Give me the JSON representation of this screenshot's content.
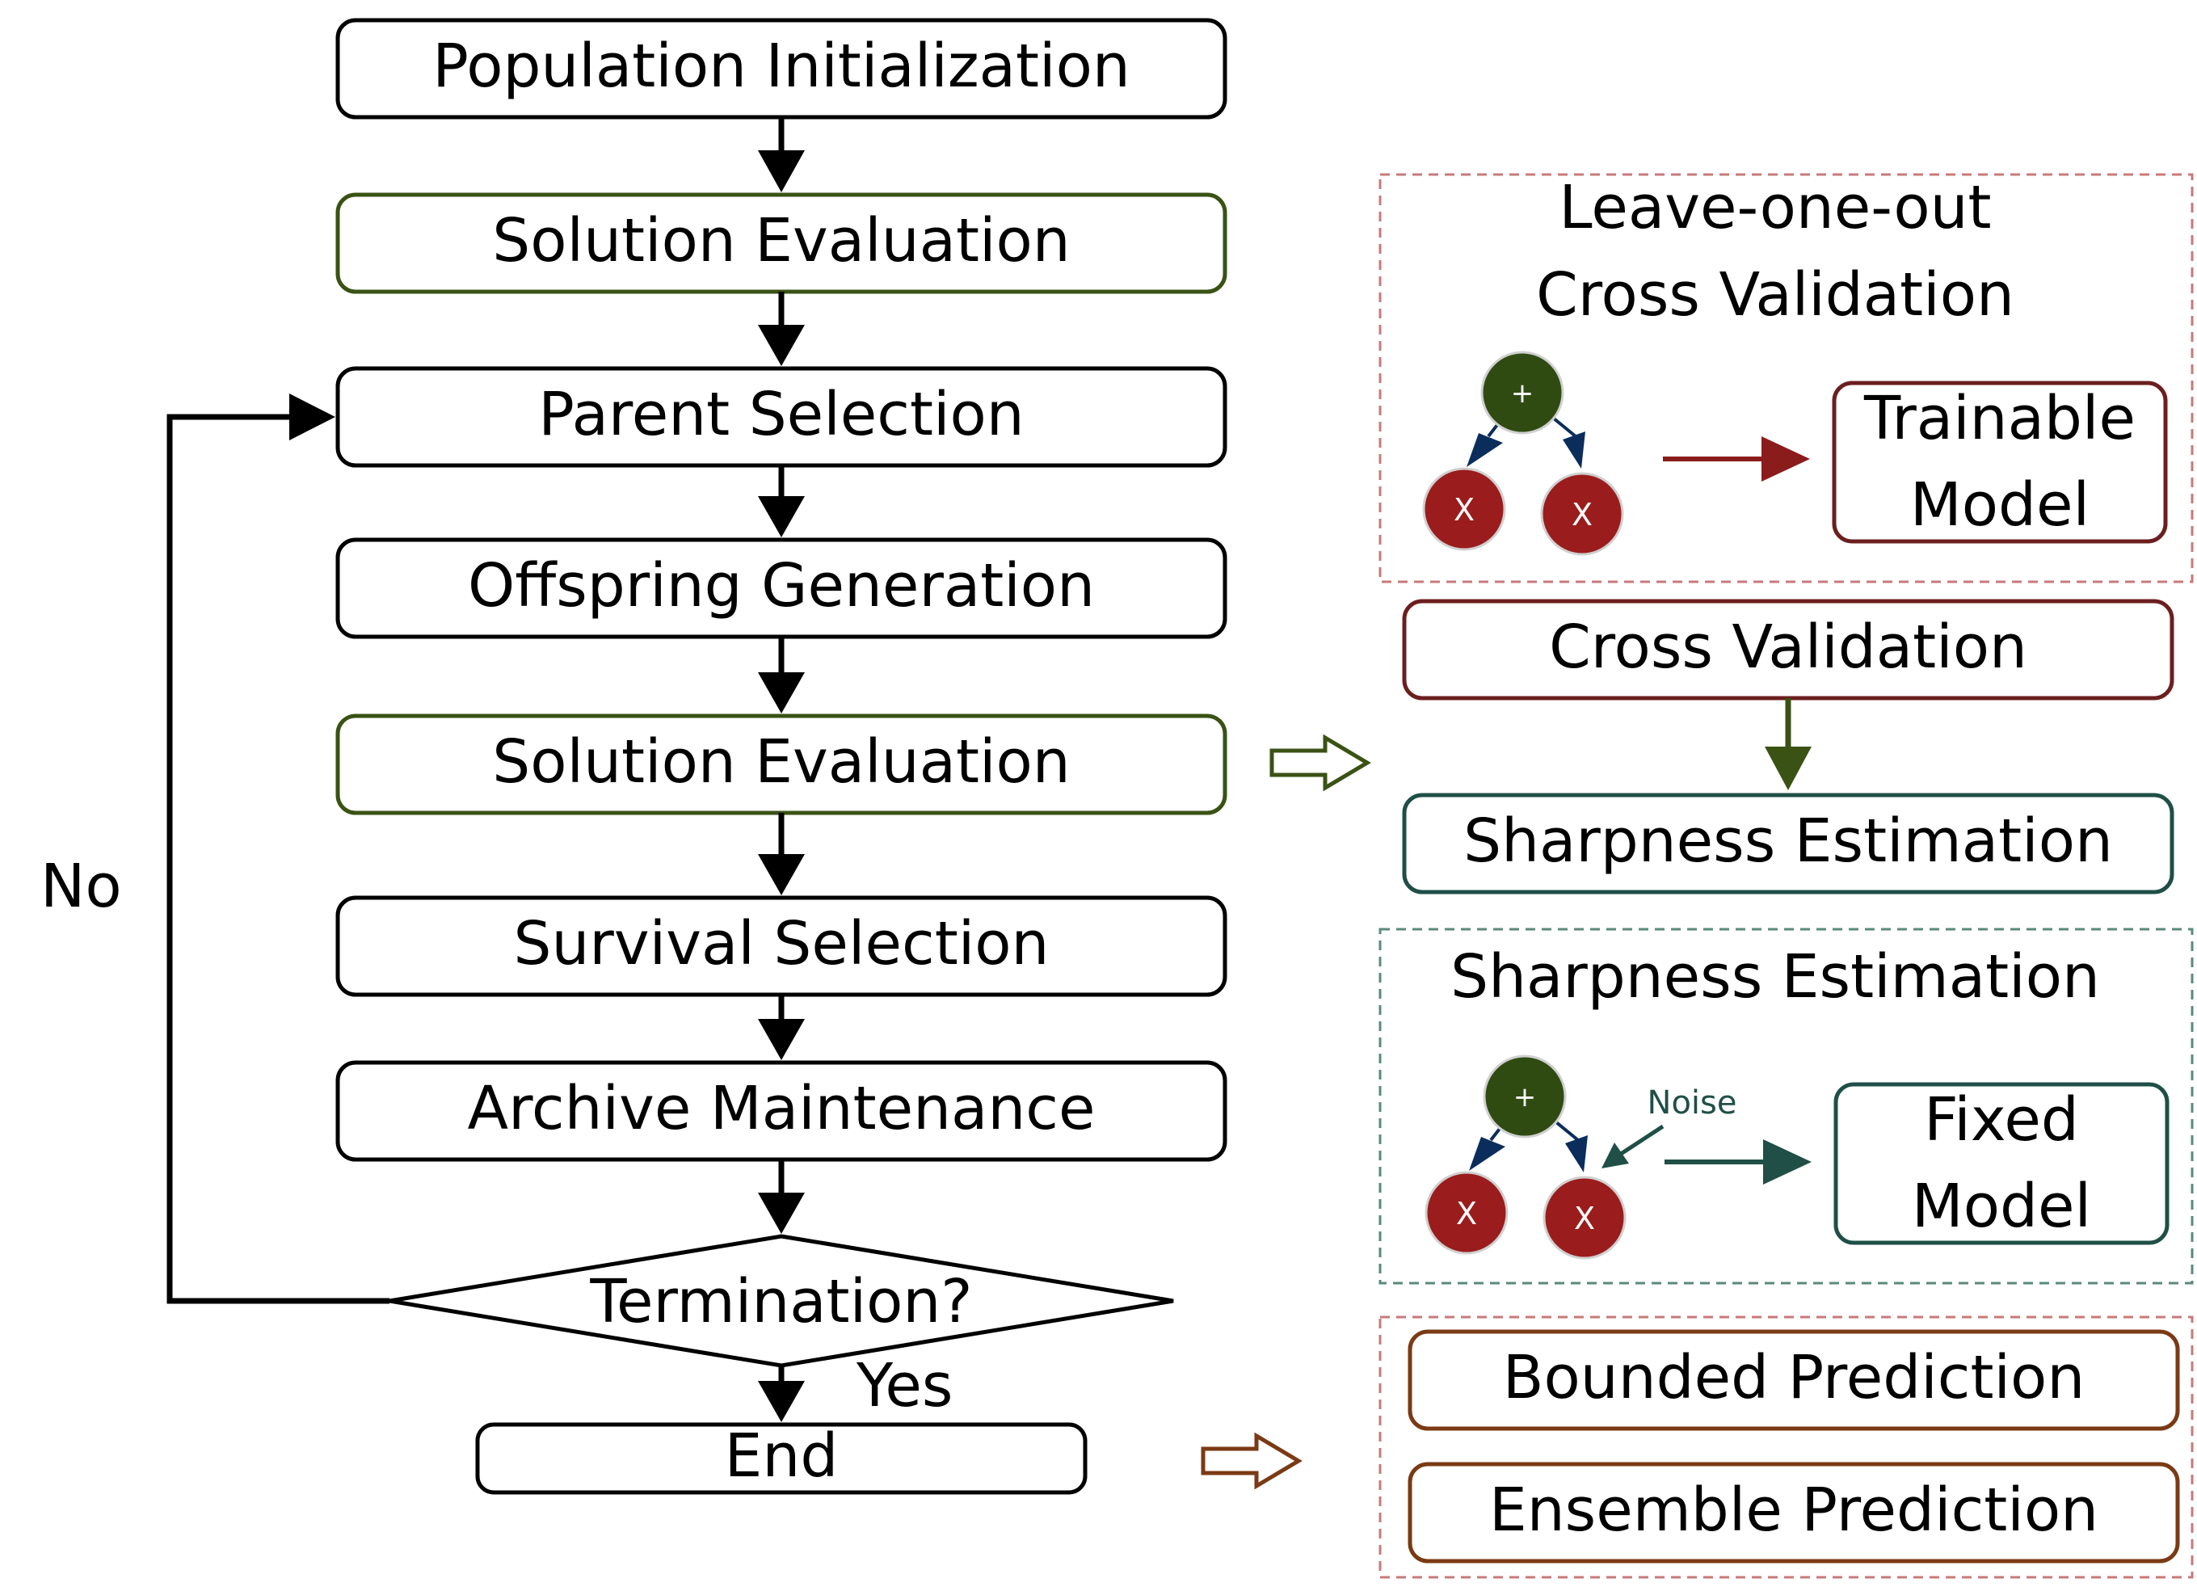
{
  "flow": {
    "population_initialization": "Population Initialization",
    "solution_evaluation_1": "Solution Evaluation",
    "parent_selection": "Parent Selection",
    "offspring_generation": "Offspring Generation",
    "solution_evaluation_2": "Solution Evaluation",
    "survival_selection": "Survival Selection",
    "archive_maintenance": "Archive Maintenance",
    "termination": "Termination?",
    "end": "End",
    "no_label": "No",
    "yes_label": "Yes"
  },
  "evaluation_detail": {
    "loo_title_line1": "Leave-one-out",
    "loo_title_line2": "Cross Validation",
    "trainable_model_line1": "Trainable",
    "trainable_model_line2": "Model",
    "cross_validation": "Cross Validation",
    "sharpness_estimation": "Sharpness Estimation",
    "sharpness_title": "Sharpness Estimation",
    "noise_label": "Noise",
    "fixed_model_line1": "Fixed",
    "fixed_model_line2": "Model"
  },
  "tree": {
    "root_symbol": "+",
    "leaf_symbol": "X"
  },
  "end_detail": {
    "bounded_prediction": "Bounded Prediction",
    "ensemble_prediction": "Ensemble Prediction"
  },
  "colors": {
    "black": "#000000",
    "green_border": "#3a5214",
    "dark_red": "#6b1f1f",
    "teal": "#1f4f46",
    "brown": "#7a3a14",
    "node_green": "#2f4b12",
    "node_red": "#9b1c1c",
    "edge_blue": "#0b2d5c",
    "dashed_red": "#c87a7a",
    "dashed_teal": "#5a8a7a"
  }
}
